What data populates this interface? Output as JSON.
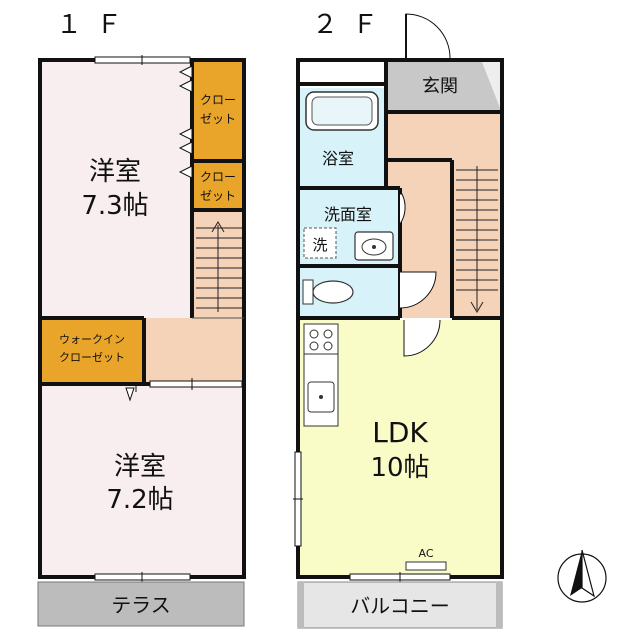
{
  "floors": {
    "first": {
      "label": "１Ｆ",
      "room_upper": {
        "name": "洋室",
        "size": "7.3帖"
      },
      "room_lower": {
        "name": "洋室",
        "size": "7.2帖"
      },
      "closet_1": [
        "クロー",
        "ゼット"
      ],
      "closet_2": [
        "クロー",
        "ゼット"
      ],
      "walkin_closet": [
        "ウォークイン",
        "クローゼット"
      ],
      "terrace": "テラス"
    },
    "second": {
      "label": "２Ｆ",
      "entrance": "玄関",
      "bathroom": "浴室",
      "washroom": "洗面室",
      "washer": "洗",
      "ldk": {
        "name": "LDK",
        "size": "10帖"
      },
      "ac": "AC",
      "balcony": "バルコニー"
    }
  },
  "colors": {
    "bedroom": "#f8eef0",
    "closet": "#e8a52a",
    "hall": "#f4d3b8",
    "wet": "#d7f2f8",
    "ldk": "#fafcc8",
    "entrance": "#c8c8c8",
    "terrace": "#bcbcbc",
    "wall": "#111111"
  },
  "icons": [
    "stairs-icon",
    "bathtub-icon",
    "sink-icon",
    "toilet-icon",
    "stove-icon",
    "kitchen-sink-icon",
    "door-icon",
    "north-arrow-icon"
  ]
}
